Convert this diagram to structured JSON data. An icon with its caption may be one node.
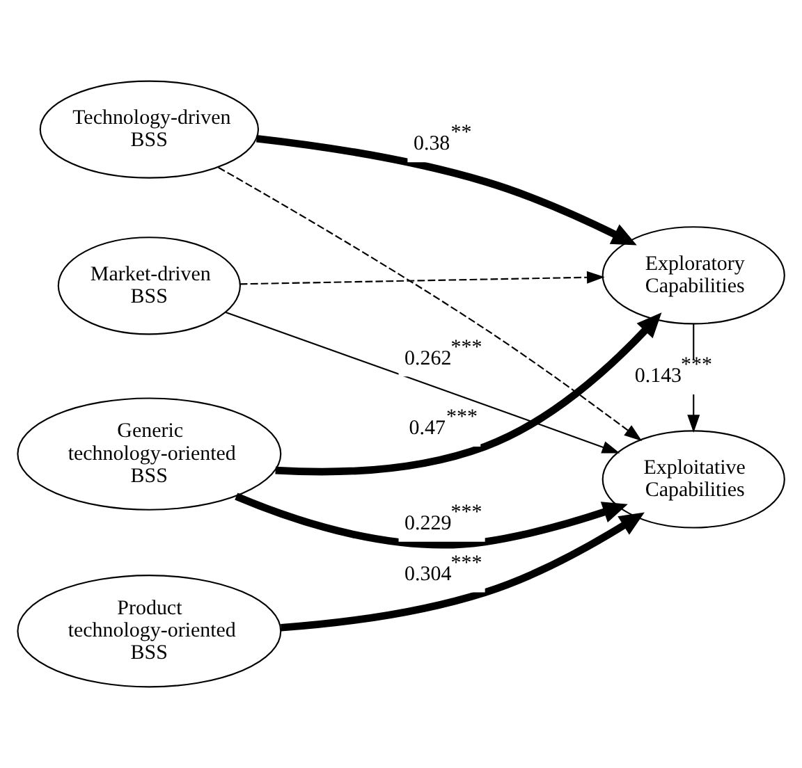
{
  "diagram": {
    "nodes": [
      {
        "text": [
          "Technology-driven BSS"
        ]
      },
      {
        "text": [
          "Market-driven BSS"
        ]
      },
      {
        "text": [
          "Generic technology-oriented BSS"
        ]
      },
      {
        "text": [
          "Product technology-oriented BSS"
        ]
      },
      {
        "text": [
          "Exploratory Capabilities"
        ]
      },
      {
        "text": [
          "Exploitative Capabilities"
        ]
      }
    ],
    "edges": [
      {
        "from": 0,
        "to": 4,
        "arrow": "to",
        "label": "0.38$^{**}$",
        "style": "thick"
      },
      {
        "from": 0,
        "to": 5,
        "arrow": "to",
        "style": "dashed"
      },
      {
        "from": 1,
        "to": 4,
        "arrow": "to",
        "style": "dashed"
      },
      {
        "from": 1,
        "to": 5,
        "arrow": "to",
        "label": "0.262$^{***}$"
      },
      {
        "from": 2,
        "to": 4,
        "arrow": "to",
        "label": "0.47$^{***}$",
        "style": "thick"
      },
      {
        "from": 2,
        "to": 5,
        "arrow": "to",
        "label": "0.229$^{***}$",
        "style": "thick"
      },
      {
        "from": 3,
        "to": 5,
        "arrow": "to",
        "label": "0.304$^{***}$",
        "style": "thick"
      },
      {
        "from": 4,
        "to": 5,
        "arrow": "to",
        "label": "0.143$^{***}$"
      }
    ]
  }
}
